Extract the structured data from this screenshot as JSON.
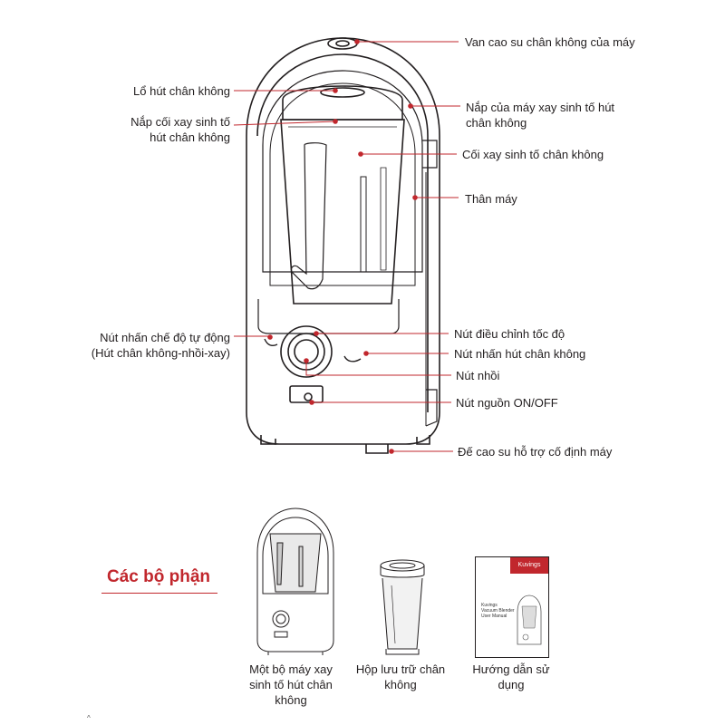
{
  "callouts": {
    "vacuum_valve": "Van cao su chân không của máy",
    "vacuum_hole": "Lổ hút chân không",
    "jar_lid_line1": "Nắp cối xay sinh tố",
    "jar_lid_line2": "hút chân không",
    "machine_lid_line1": "Nắp của máy xay sinh tố hút",
    "machine_lid_line2": "chân không",
    "vacuum_jar": "Cối xay sinh tố chân không",
    "body": "Thân máy",
    "auto_button_line1": "Nút nhấn chế độ tự động",
    "auto_button_line2": "(Hút chân không-nhồi-xay)",
    "speed_knob": "Nút điều chỉnh tốc độ",
    "vacuum_button": "Nút nhấn hút chân không",
    "pulse_button": "Nút nhồi",
    "power_button": "Nút nguồn ON/OFF",
    "rubber_feet": "Đế cao su hỗ trợ cố định máy"
  },
  "parts": {
    "title": "Các bộ phận",
    "items": [
      {
        "caption": "Một bộ máy xay sinh tố hút chân không"
      },
      {
        "caption": "Hộp lưu trữ chân không"
      },
      {
        "caption": "Hướng dẫn sử dụng"
      }
    ],
    "manual_cover": {
      "brand": "Kuvings",
      "line1": "Kuvings",
      "line2": "Vacuum Blender",
      "line3": "User Manual"
    }
  },
  "page_mark": "^",
  "colors": {
    "accent": "#c1272d",
    "line": "#231f20"
  }
}
